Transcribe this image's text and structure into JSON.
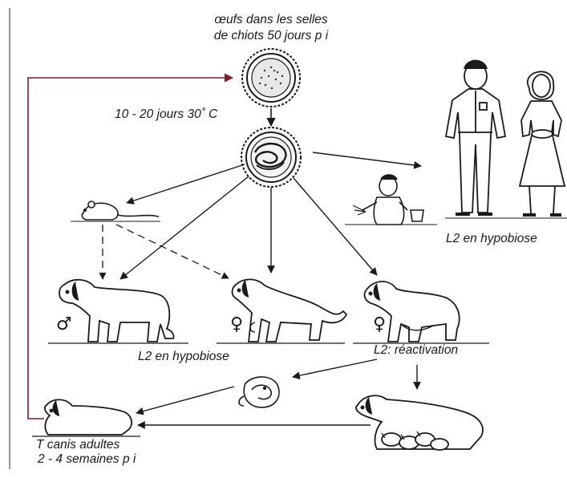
{
  "labels": {
    "eggs_line1": "œufs dans les selles",
    "eggs_line2": "de chiots 50 jours p i",
    "incubation": "10 - 20 jours 30˚ C",
    "humans_hypobiosis": "L2 en hypobiose",
    "dogs_hypobiosis": "L2 en hypobiose",
    "reactivation": "L2: réactivation",
    "adults_line1": "T canis adultes",
    "adults_line2": "2 - 4 semaines p i"
  },
  "symbols": {
    "male": "♂",
    "female_1": "♀",
    "female_2": "♀"
  },
  "colors": {
    "ink": "#1a1a1a",
    "cycle_line": "#7a1f2b"
  },
  "icons": [
    "egg-icon",
    "embryonated-egg-icon",
    "mouse-icon",
    "man-icon",
    "woman-icon",
    "child-icon",
    "male-dog-icon",
    "female-dog-icon",
    "pregnant-dog-icon",
    "fetus-icon",
    "nursing-dog-icon",
    "puppy-icon"
  ]
}
